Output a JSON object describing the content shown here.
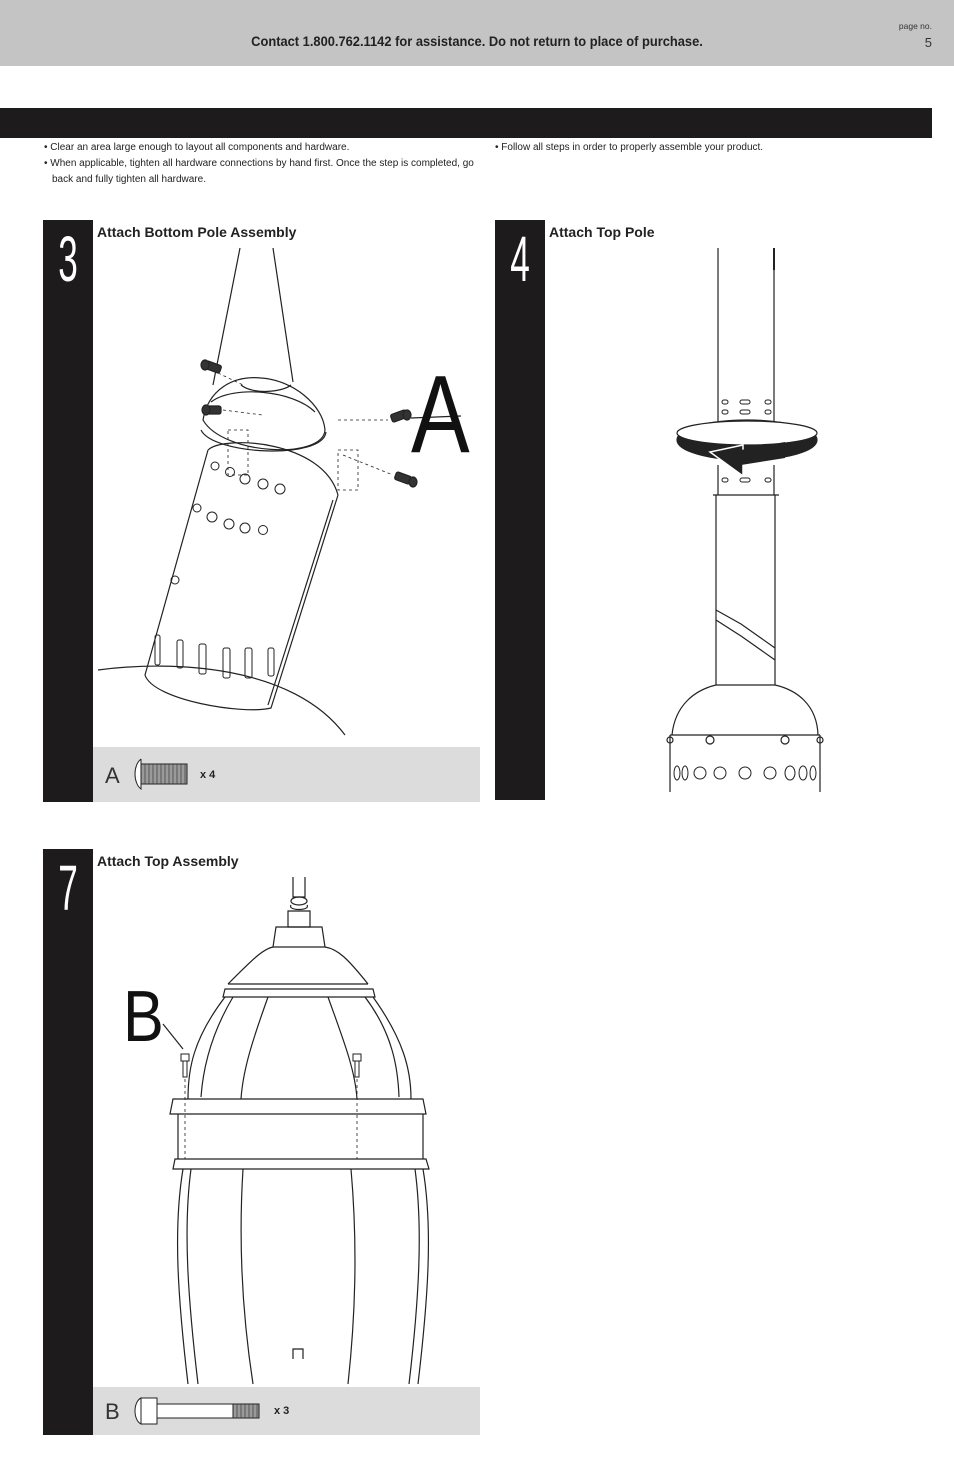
{
  "header": {
    "contact": "Contact 1.800.762.1142 for assistance. Do not return to place of purchase.",
    "page_label": "page no.",
    "page_number": "5"
  },
  "tips": {
    "left": [
      "• Clear an area large enough to layout all components and hardware.",
      "• When applicable, tighten all hardware connections by hand first. Once the step is completed, go back and fully tighten all hardware."
    ],
    "right": [
      "• Follow all steps in order to properly assemble your product."
    ]
  },
  "steps": [
    {
      "number": "3",
      "title": "Attach Bottom Pole Assembly",
      "callout": "A",
      "hardware_letter": "A",
      "hardware_qty": "x 4"
    },
    {
      "number": "4",
      "title": "Attach Top Pole"
    },
    {
      "number": "7",
      "title": "Attach Top Assembly",
      "callout": "B",
      "hardware_letter": "B",
      "hardware_qty": "x 3"
    }
  ],
  "colors": {
    "bar": "#1e1b1c",
    "header_bg": "#c4c4c4",
    "hardware_bg": "#dcdcdc"
  }
}
